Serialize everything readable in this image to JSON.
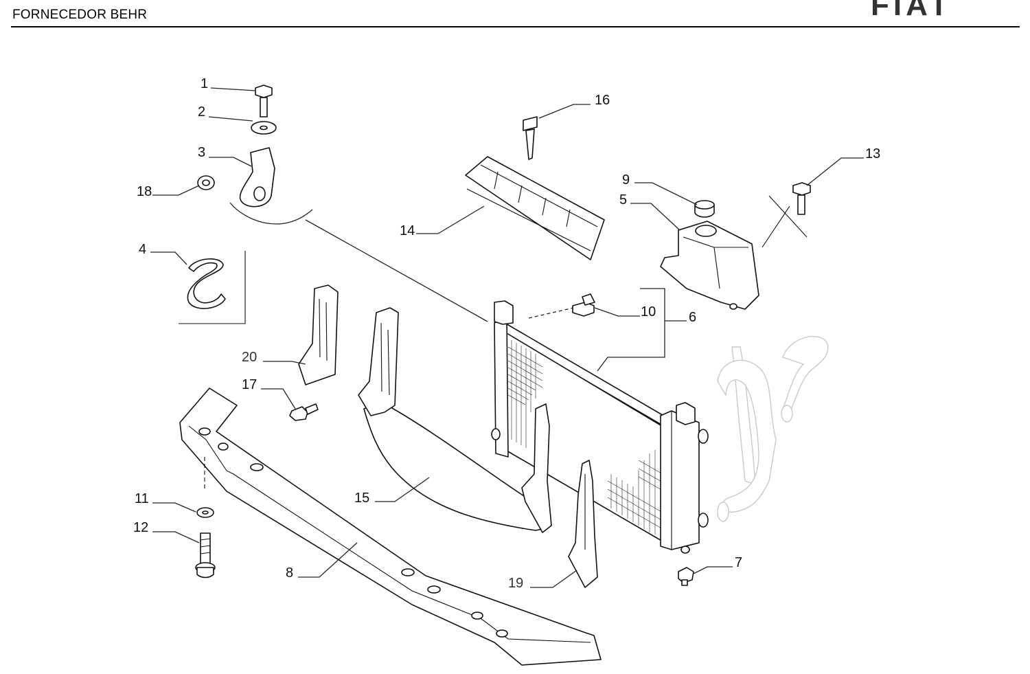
{
  "header": {
    "title": "FORNECEDOR BEHR",
    "logo_text": "FIAT"
  },
  "callouts": [
    {
      "id": "1",
      "label": "1"
    },
    {
      "id": "2",
      "label": "2"
    },
    {
      "id": "3",
      "label": "3"
    },
    {
      "id": "4",
      "label": "4"
    },
    {
      "id": "5",
      "label": "5"
    },
    {
      "id": "6",
      "label": "6"
    },
    {
      "id": "7",
      "label": "7"
    },
    {
      "id": "8",
      "label": "8"
    },
    {
      "id": "9",
      "label": "9"
    },
    {
      "id": "10",
      "label": "10"
    },
    {
      "id": "11",
      "label": "11"
    },
    {
      "id": "12",
      "label": "12"
    },
    {
      "id": "13",
      "label": "13"
    },
    {
      "id": "14",
      "label": "14"
    },
    {
      "id": "15",
      "label": "15"
    },
    {
      "id": "16",
      "label": "16"
    },
    {
      "id": "17",
      "label": "17"
    },
    {
      "id": "18",
      "label": "18"
    },
    {
      "id": "19",
      "label": "19"
    },
    {
      "id": "20",
      "label": "20"
    }
  ]
}
